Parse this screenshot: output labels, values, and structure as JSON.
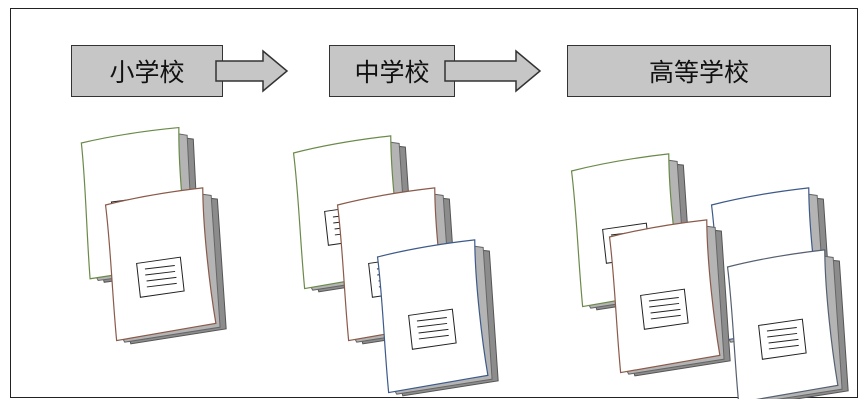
{
  "stages": [
    {
      "label": "小学校",
      "book_count": 2
    },
    {
      "label": "中学校",
      "book_count": 3
    },
    {
      "label": "高等学校",
      "book_count": 4
    }
  ],
  "colors": {
    "box_fill": "#c6c6c6",
    "box_border": "#333333",
    "book_green": "#6b8a4a",
    "book_brown": "#8a5a4a",
    "book_blue": "#3d5a8a",
    "book_slate": "#556070"
  },
  "icons": [
    "arrow-right-icon",
    "booklet-icon"
  ]
}
